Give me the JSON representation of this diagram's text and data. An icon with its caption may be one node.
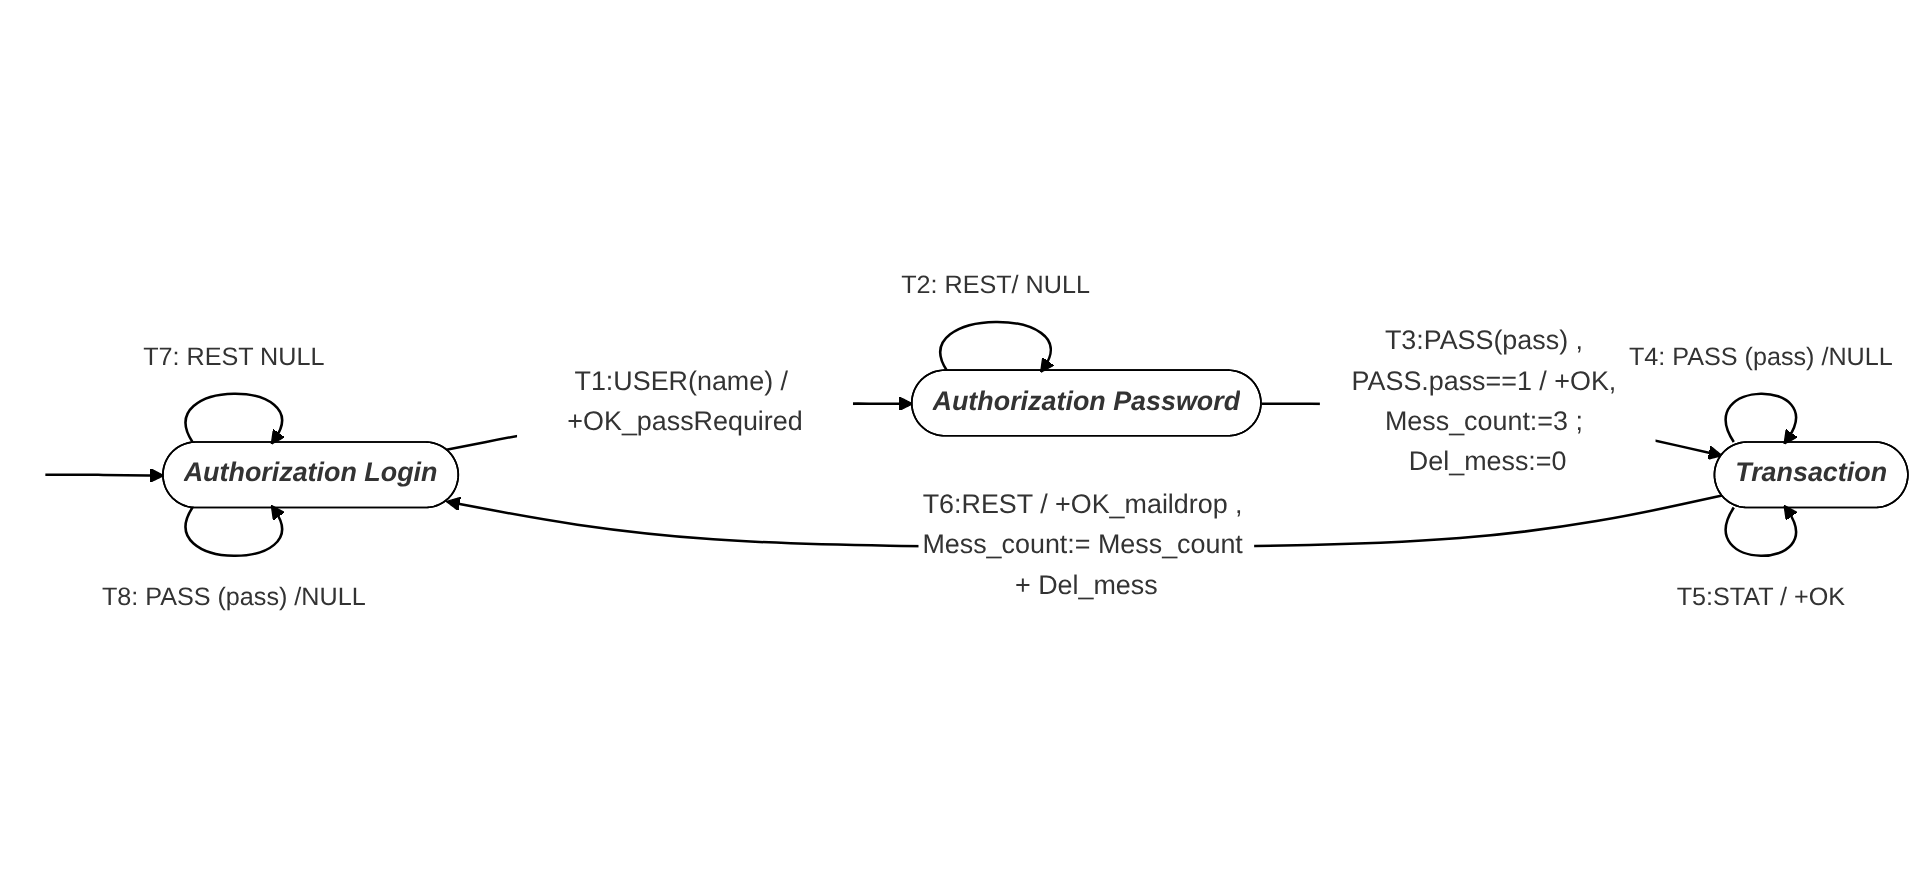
{
  "diagram": {
    "nodes": [
      {
        "text": [
          "Authorization Login"
        ]
      },
      {
        "text": [
          "Authorization Password"
        ]
      },
      {
        "text": [
          "Transaction"
        ]
      }
    ],
    "edges": [
      {
        "from": null,
        "to": 0,
        "arrow": "to"
      },
      {
        "from": 0,
        "to": 0,
        "arrow": "to",
        "label": "T7: REST NULL"
      },
      {
        "from": 0,
        "to": 0,
        "arrow": "to",
        "label": "T8: PASS (pass) /NULL"
      },
      {
        "from": 0,
        "to": 1,
        "arrow": "to",
        "label": "T1:USER(name) / +OK_passRequired"
      },
      {
        "from": 1,
        "to": 1,
        "arrow": "to",
        "label": "T2: REST/ NULL"
      },
      {
        "from": 1,
        "to": 2,
        "arrow": "to",
        "label": "T3:PASS(pass) , PASS.pass==1 / +OK, Mess_count:=3 ; Del_mess:=0"
      },
      {
        "from": 2,
        "to": 0,
        "arrow": "to",
        "label": "T6:REST / +OK_maildrop , Mess_count:= Mess_count + Del_mess"
      },
      {
        "from": 2,
        "to": 2,
        "arrow": "to",
        "label": "T4: PASS (pass) /NULL"
      },
      {
        "from": 2,
        "to": 2,
        "arrow": "to",
        "label": "T5:STAT / +OK"
      }
    ]
  }
}
